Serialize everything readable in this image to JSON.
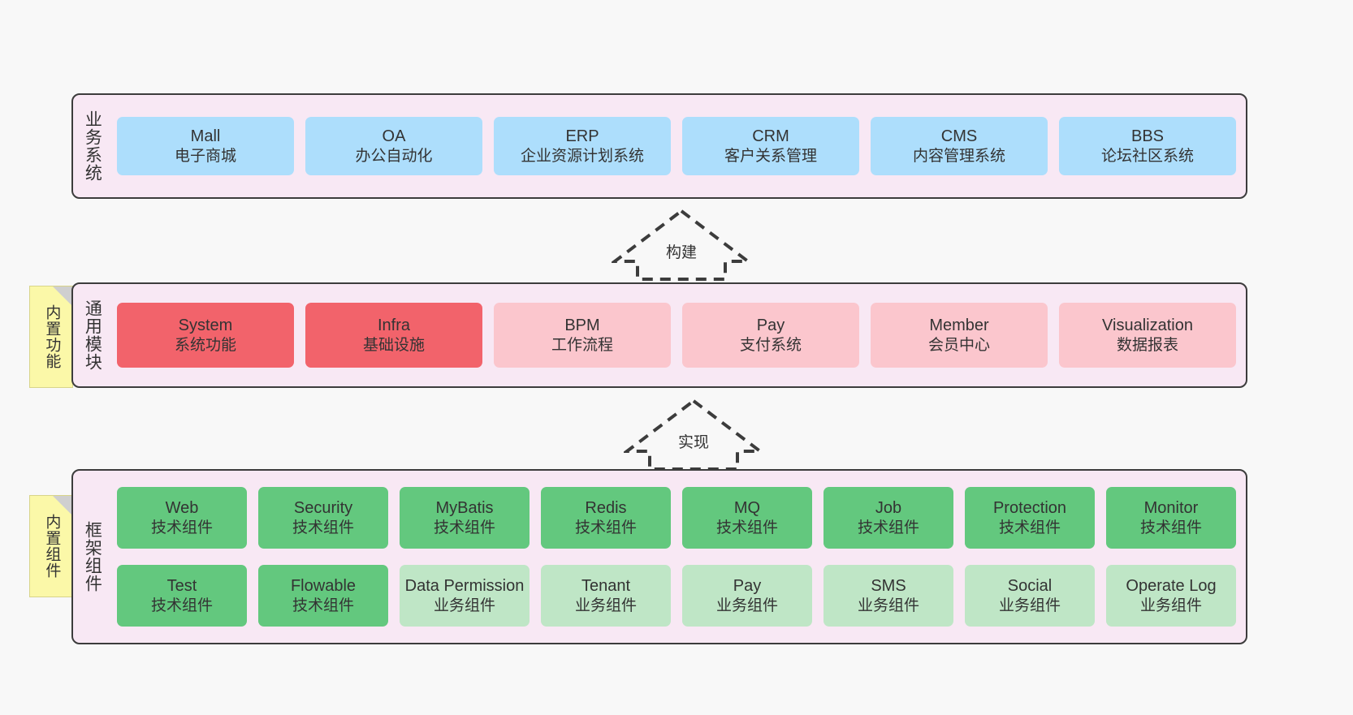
{
  "canvas": {
    "background": "#f8f8f8",
    "layer_fill": "#f8e8f4",
    "layer_border": "#3c3c3c",
    "tag_fill": "#fbf8a8"
  },
  "layers": [
    {
      "id": "business",
      "title": "业务系统",
      "color": "#addefc",
      "rows": [
        {
          "cells": [
            {
              "en": "Mall",
              "cn": "电子商城",
              "style": "blue"
            },
            {
              "en": "OA",
              "cn": "办公自动化",
              "style": "blue"
            },
            {
              "en": "ERP",
              "cn": "企业资源计划系统",
              "style": "blue"
            },
            {
              "en": "CRM",
              "cn": "客户关系管理",
              "style": "blue"
            },
            {
              "en": "CMS",
              "cn": "内容管理系统",
              "style": "blue"
            },
            {
              "en": "BBS",
              "cn": "论坛社区系统",
              "style": "blue"
            }
          ]
        }
      ]
    },
    {
      "id": "common",
      "title": "通用模块",
      "tag": "内置功能",
      "rows": [
        {
          "cells": [
            {
              "en": "System",
              "cn": "系统功能",
              "style": "red"
            },
            {
              "en": "Infra",
              "cn": "基础设施",
              "style": "red"
            },
            {
              "en": "BPM",
              "cn": "工作流程",
              "style": "pink"
            },
            {
              "en": "Pay",
              "cn": "支付系统",
              "style": "pink"
            },
            {
              "en": "Member",
              "cn": "会员中心",
              "style": "pink"
            },
            {
              "en": "Visualization",
              "cn": "数据报表",
              "style": "pink"
            }
          ]
        }
      ]
    },
    {
      "id": "framework",
      "title": "框架组件",
      "tag": "内置组件",
      "rows": [
        {
          "cells": [
            {
              "en": "Web",
              "cn": "技术组件",
              "style": "green"
            },
            {
              "en": "Security",
              "cn": "技术组件",
              "style": "green"
            },
            {
              "en": "MyBatis",
              "cn": "技术组件",
              "style": "green"
            },
            {
              "en": "Redis",
              "cn": "技术组件",
              "style": "green"
            },
            {
              "en": "MQ",
              "cn": "技术组件",
              "style": "green"
            },
            {
              "en": "Job",
              "cn": "技术组件",
              "style": "green"
            },
            {
              "en": "Protection",
              "cn": "技术组件",
              "style": "green"
            },
            {
              "en": "Monitor",
              "cn": "技术组件",
              "style": "green"
            }
          ]
        },
        {
          "cells": [
            {
              "en": "Test",
              "cn": "技术组件",
              "style": "green"
            },
            {
              "en": "Flowable",
              "cn": "技术组件",
              "style": "green"
            },
            {
              "en": "Data Permission",
              "cn": "业务组件",
              "style": "lightgreen"
            },
            {
              "en": "Tenant",
              "cn": "业务组件",
              "style": "lightgreen"
            },
            {
              "en": "Pay",
              "cn": "业务组件",
              "style": "lightgreen"
            },
            {
              "en": "SMS",
              "cn": "业务组件",
              "style": "lightgreen"
            },
            {
              "en": "Social",
              "cn": "业务组件",
              "style": "lightgreen"
            },
            {
              "en": "Operate Log",
              "cn": "业务组件",
              "style": "lightgreen"
            }
          ]
        }
      ]
    }
  ],
  "arrows": [
    {
      "id": "build",
      "label": "构建",
      "direction": "up"
    },
    {
      "id": "impl",
      "label": "实现",
      "direction": "up"
    }
  ],
  "colors": {
    "blue": "#addefc",
    "red": "#f2636b",
    "pink": "#fbc6cd",
    "green": "#63c87e",
    "lightgreen": "#bfe6c6"
  }
}
